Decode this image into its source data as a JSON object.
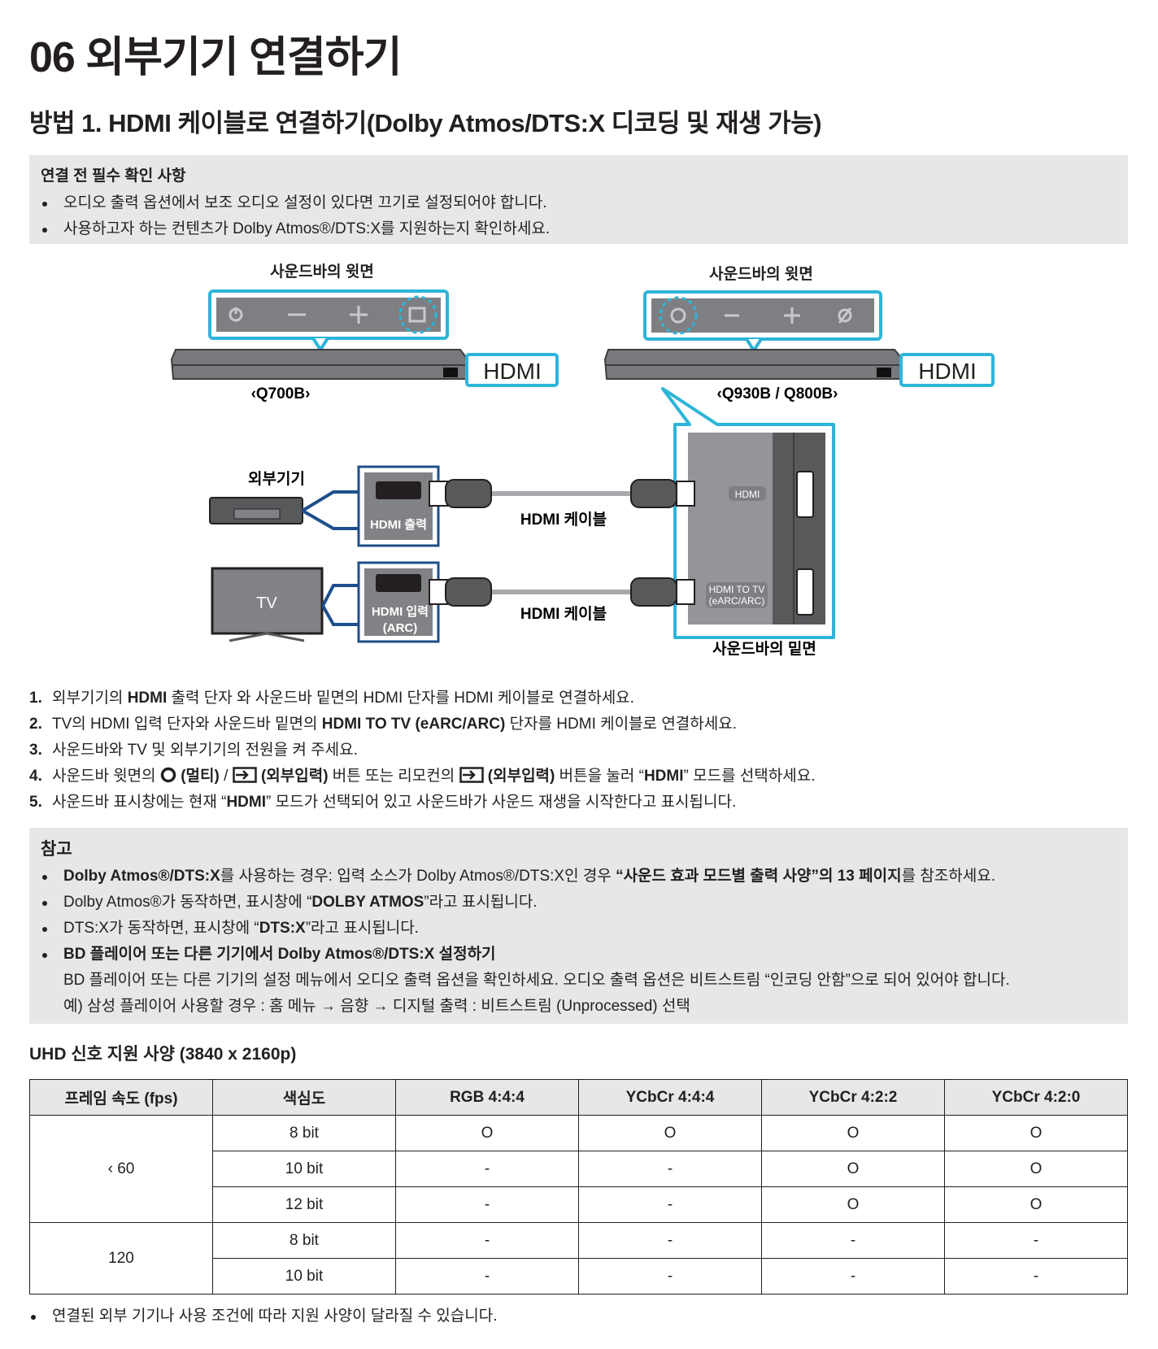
{
  "title": "06  외부기기 연결하기",
  "subtitle": "방법 1. HDMI 케이블로 연결하기(Dolby Atmos/DTS:X 디코딩 및 재생 가능)",
  "precheck": {
    "title": "연결 전 필수 확인 사항",
    "items": [
      "오디오 출력 옵션에서 보조 오디오 설정이 있다면 끄기로 설정되어야 합니다.",
      "사용하고자 하는 컨텐츠가 Dolby Atmos®/DTS:X를 지원하는지 확인하세요."
    ]
  },
  "diagram": {
    "top_label_left": "사운드바의 윗면",
    "top_label_right": "사운드바의 윗면",
    "model_left": "‹Q700B›",
    "model_right": "‹Q930B / Q800B›",
    "hdmi_callout": "HDMI",
    "external_device": "외부기기",
    "tv": "TV",
    "hdmi_out": "HDMI 출력",
    "hdmi_in_1": "HDMI 입력",
    "hdmi_in_2": "(ARC)",
    "cable": "HDMI 케이블",
    "port_hdmi": "HDMI",
    "port_tv_1": "HDMI TO TV",
    "port_tv_2": "(eARC/ARC)",
    "bottom_label": "사운드바의 밑면"
  },
  "steps": [
    {
      "n": "1.",
      "parts": [
        "외부기기의 ",
        "HDMI",
        " 출력 단자 와 사운드바 밑면의 HDMI 단자를 HDMI 케이블로 연결하세요."
      ]
    },
    {
      "n": "2.",
      "parts": [
        "TV의 HDMI 입력 단자와 사운드바 밑면의 ",
        "HDMI TO TV (eARC/ARC)",
        " 단자를 HDMI 케이블로 연결하세요."
      ]
    },
    {
      "n": "3.",
      "parts": [
        "사운드바와 TV 및 외부기기의 전원을 켜 주세요."
      ]
    },
    {
      "n": "4.",
      "parts": [
        "사운드바 윗면의 ",
        "(멀티)",
        " / ",
        "(외부입력)",
        " 버튼 또는 리모컨의 ",
        "(외부입력)",
        " 버튼을 눌러 “",
        "HDMI",
        "” 모드를 선택하세요."
      ]
    },
    {
      "n": "5.",
      "parts": [
        "사운드바 표시창에는 현재 “",
        "HDMI",
        "” 모드가 선택되어 있고 사운드바가 사운드 재생을 시작한다고 표시됩니다."
      ]
    }
  ],
  "note": {
    "title": "참고",
    "items": [
      {
        "parts": [
          "Dolby Atmos®/DTS:X",
          "를 사용하는 경우: 입력 소스가 Dolby Atmos®/DTS:X인 경우 ",
          "“사운드 효과 모드별 출력 사양”의 13 페이지",
          "를 참조하세요."
        ]
      },
      {
        "parts": [
          "Dolby Atmos®가 동작하면, 표시창에 “",
          "DOLBY ATMOS",
          "”라고 표시됩니다."
        ]
      },
      {
        "parts": [
          "DTS:X가 동작하면, 표시창에 “",
          "DTS:X",
          "”라고 표시됩니다."
        ]
      },
      {
        "parts": [
          "BD 플레이어 또는 다른 기기에서 Dolby Atmos®/DTS:X 설정하기"
        ],
        "sub": [
          "BD 플레이어 또는 다른 기기의 설정 메뉴에서 오디오 출력 옵션을 확인하세요. 오디오 출력 옵션은 비트스트림 “인코딩 안함”으로 되어 있어야 합니다.",
          "예) 삼성 플레이어 사용할 경우 : 홈 메뉴 → 음향 → 디지털 출력 : 비트스트림 (Unprocessed) 선택"
        ]
      }
    ]
  },
  "uhd_title": "UHD 신호 지원 사양 (3840 x 2160p)",
  "table": {
    "headers": [
      "프레임 속도 (fps)",
      "색심도",
      "RGB 4:4:4",
      "YCbCr 4:4:4",
      "YCbCr 4:2:2",
      "YCbCr 4:2:0"
    ],
    "groups": [
      {
        "fps": "‹ 60",
        "rows": [
          [
            "8 bit",
            "O",
            "O",
            "O",
            "O"
          ],
          [
            "10 bit",
            "-",
            "-",
            "O",
            "O"
          ],
          [
            "12 bit",
            "-",
            "-",
            "O",
            "O"
          ]
        ]
      },
      {
        "fps": "120",
        "rows": [
          [
            "8 bit",
            "-",
            "-",
            "-",
            "-"
          ],
          [
            "10 bit",
            "-",
            "-",
            "-",
            "-"
          ]
        ]
      }
    ]
  },
  "footnote": "연결된 외부 기기나 사용 조건에 따라 지원 사양이 달라질 수 있습니다.",
  "colors": {
    "accent": "#2db5d9",
    "navy": "#1d4f8c",
    "gray_box": "#e6e7e8",
    "device": "#808285"
  }
}
